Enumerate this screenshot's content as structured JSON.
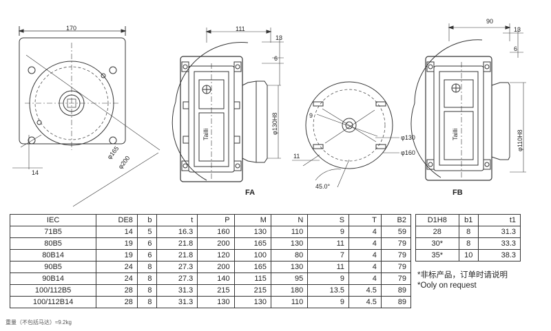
{
  "drawing": {
    "dims": {
      "w170": "170",
      "phi165": "φ165",
      "phi200": "φ200",
      "d14": "14",
      "d111": "111",
      "d13a": "13",
      "d6a": "6",
      "phi130h8": "φ130H8",
      "d9": "9",
      "phi130": "φ130",
      "phi160": "φ160",
      "d11": "11",
      "angle45": "45.0°",
      "d90": "90",
      "d13b": "13",
      "d6b": "6",
      "phi110h8": "φ110H8",
      "brand": "Tailli"
    },
    "view_labels": {
      "fa": "FA",
      "fb": "FB"
    }
  },
  "table_main": {
    "headers": [
      "IEC",
      "DE8",
      "b",
      "t",
      "P",
      "M",
      "N",
      "S",
      "T",
      "B2"
    ],
    "rows": [
      [
        "71B5",
        "14",
        "5",
        "16.3",
        "160",
        "130",
        "110",
        "9",
        "4",
        "59"
      ],
      [
        "80B5",
        "19",
        "6",
        "21.8",
        "200",
        "165",
        "130",
        "11",
        "4",
        "79"
      ],
      [
        "80B14",
        "19",
        "6",
        "21.8",
        "120",
        "100",
        "80",
        "7",
        "4",
        "79"
      ],
      [
        "90B5",
        "24",
        "8",
        "27.3",
        "200",
        "165",
        "130",
        "11",
        "4",
        "79"
      ],
      [
        "90B14",
        "24",
        "8",
        "27.3",
        "140",
        "115",
        "95",
        "9",
        "4",
        "79"
      ],
      [
        "100/112B5",
        "28",
        "8",
        "31.3",
        "215",
        "215",
        "180",
        "13.5",
        "4.5",
        "89"
      ],
      [
        "100/112B14",
        "28",
        "8",
        "31.3",
        "130",
        "130",
        "110",
        "9",
        "4.5",
        "89"
      ]
    ]
  },
  "table_side": {
    "headers": [
      "D1H8",
      "b1",
      "t1"
    ],
    "rows": [
      [
        "28",
        "8",
        "31.3"
      ],
      [
        "30*",
        "8",
        "33.3"
      ],
      [
        "35*",
        "10",
        "38.3"
      ]
    ]
  },
  "notes": {
    "line1": "*非标产品，订单时请说明",
    "line2": "*Ooly on request"
  },
  "footer": "重量（不包括马达）≈9.2kg"
}
